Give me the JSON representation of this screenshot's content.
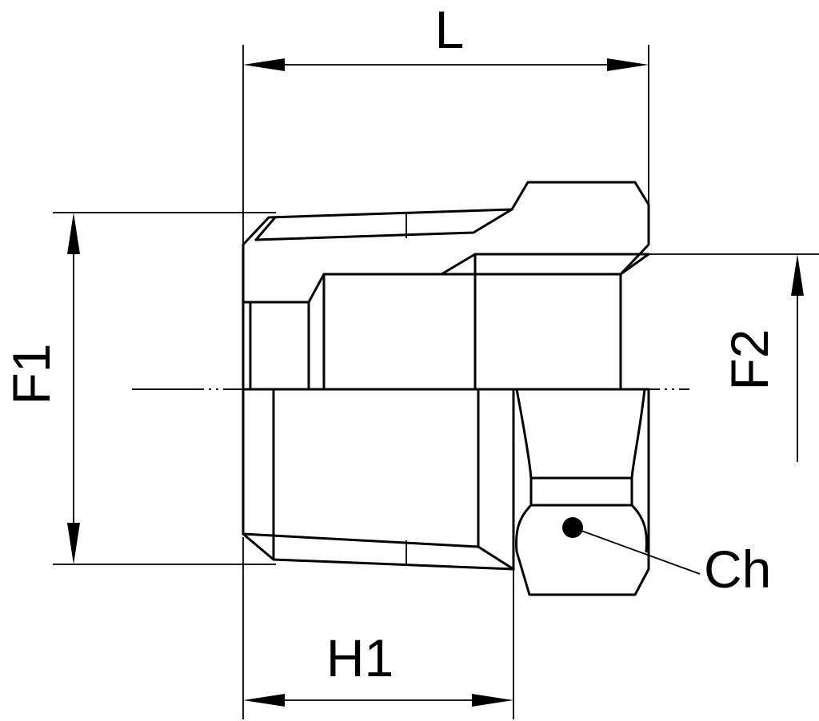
{
  "dimensions": {
    "L": "L",
    "F1": "F1",
    "F2": "F2",
    "H1": "H1",
    "Ch": "Ch"
  },
  "colors": {
    "ink": "#000000",
    "background": "#ffffff"
  }
}
